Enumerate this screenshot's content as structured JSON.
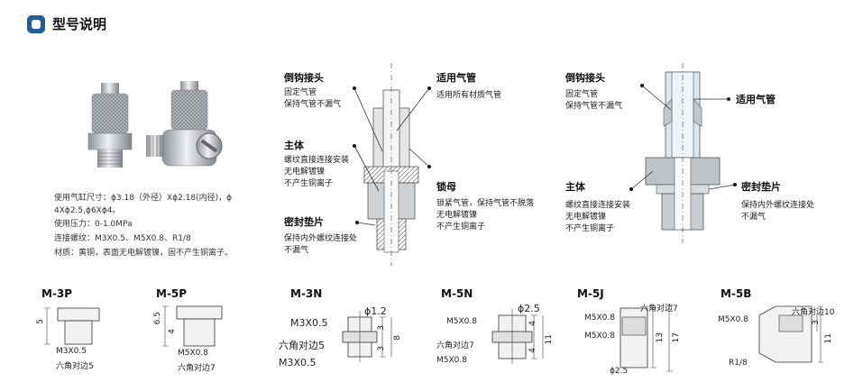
{
  "header": {
    "title": "型号说明"
  },
  "specs": [
    "使用气缸尺寸：ϕ3.18（外径）Xϕ2.18(内径)，ϕ",
    "4Xϕ2.5,ϕ6Xϕ4。",
    "使用压力：0-1.0MPa",
    "连接螺纹：M3X0.5、M5X0.8、R1/8",
    "材质：黄铜，表面无电解镀镍，固不产生铜离子。"
  ],
  "diagram1": {
    "hook": {
      "title": "倒钩接头",
      "desc": [
        "固定气管",
        "保持气管不漏气"
      ]
    },
    "body": {
      "title": "主体",
      "desc": [
        "螺纹直接连接安装",
        "无电解镀镍",
        "不产生铜离子"
      ]
    },
    "seal": {
      "title": "密封垫片",
      "desc": [
        "保持内外螺纹连接处",
        "不漏气"
      ]
    },
    "tube": {
      "title": "适用气管",
      "desc": [
        "适用所有材质气管"
      ]
    },
    "nut": {
      "title": "锁母",
      "desc": [
        "锁紧气管，保持气管不脱落",
        "无电解镀镍",
        "不产生铜离子"
      ]
    }
  },
  "diagram2": {
    "hook": {
      "title": "倒钩接头",
      "desc": [
        "固定气管",
        "保持气管不漏气"
      ]
    },
    "body": {
      "title": "主体",
      "desc": [
        "螺纹直接连接安装",
        "无电解镀镍",
        "不产生铜离子"
      ]
    },
    "tube": {
      "title": "适用气管"
    },
    "seal": {
      "title": "密封垫片",
      "desc": [
        "保持内外螺纹连接处",
        "不漏气"
      ]
    }
  },
  "models": [
    {
      "name": "M-3P",
      "dims": [
        "5",
        "M3X0.5",
        "六角对边5"
      ]
    },
    {
      "name": "M-5P",
      "dims": [
        "6.5",
        "4",
        "M5X0.8",
        "六角对边7"
      ]
    },
    {
      "name": "M-3N",
      "dims": [
        "ϕ1.2",
        "M3X0.5",
        "六角对边5",
        "M3X0.5",
        "3",
        "8",
        "3"
      ]
    },
    {
      "name": "M-5N",
      "dims": [
        "ϕ2.5",
        "M5X0.8",
        "六角对边7",
        "M5X0.8",
        "4",
        "11",
        "4"
      ]
    },
    {
      "name": "M-5J",
      "dims": [
        "六角对边7",
        "M5X0.8",
        "M5X0.8",
        "13",
        "17",
        "ϕ2.5"
      ]
    },
    {
      "name": "M-5B",
      "dims": [
        "六角对边10",
        "M5X0.8",
        "3",
        "11",
        "R1/8"
      ]
    }
  ]
}
